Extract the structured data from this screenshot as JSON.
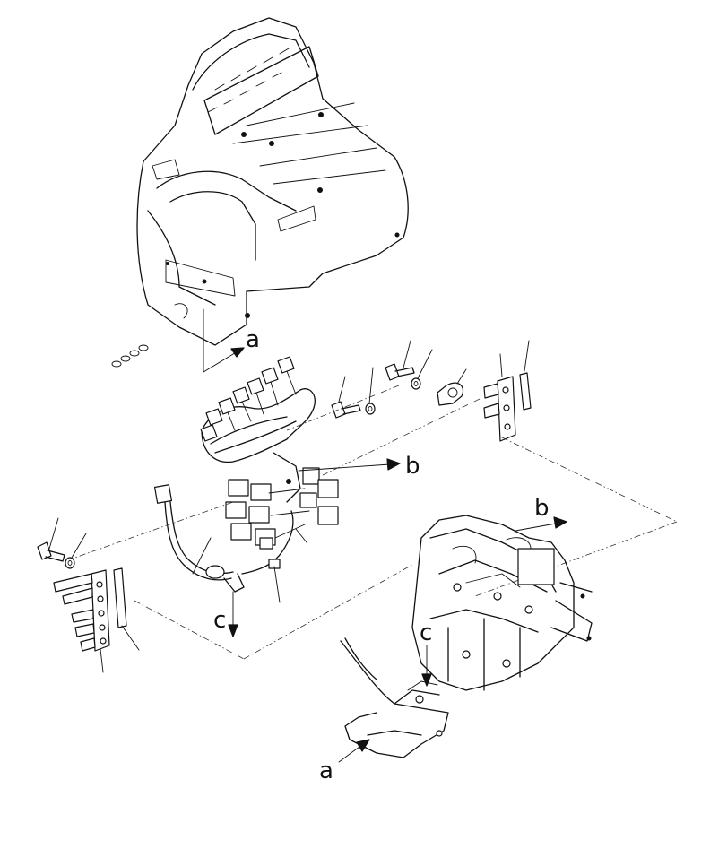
{
  "diagram": {
    "labels": {
      "a_top": "a",
      "a_bottom": "a",
      "b_left": "b",
      "b_right": "b",
      "c_left": "c",
      "c_right": "c"
    }
  }
}
